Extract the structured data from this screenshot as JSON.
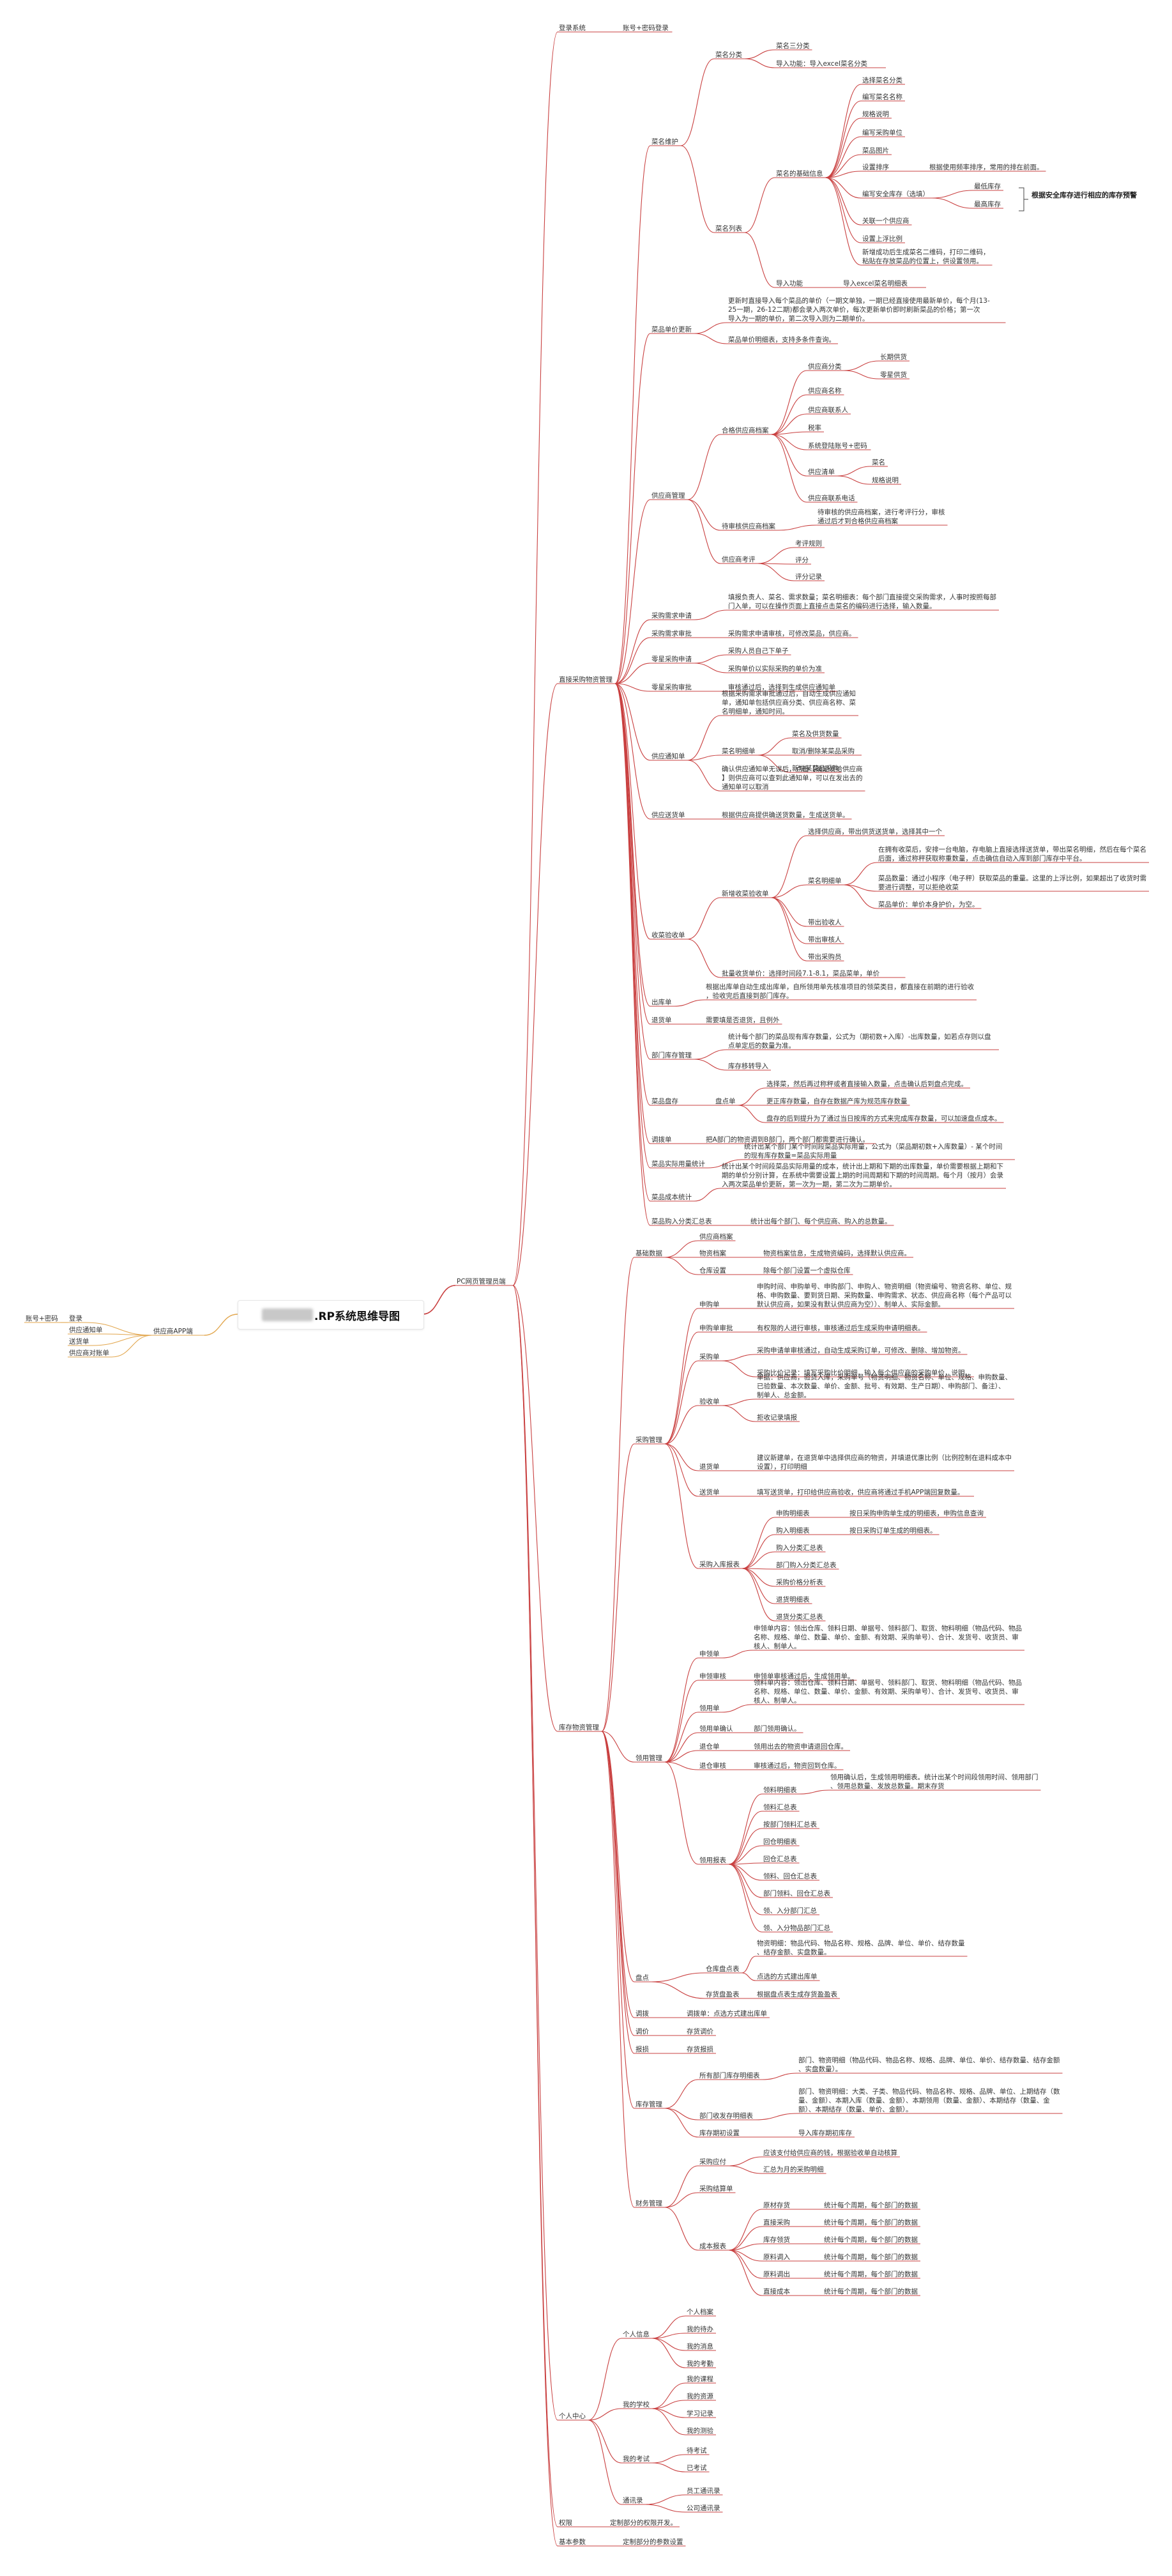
{
  "root": {
    "title": ".RP系统思维导图",
    "blurred_prefix": "██████"
  },
  "colors": {
    "main_line": "#c94040",
    "app_line": "#e2a64d",
    "text": "#333333"
  },
  "app_branch": {
    "label": "供应商APP端",
    "children": [
      "登录",
      "供应通知单",
      "送货单",
      "供应商对账单"
    ],
    "login_sub": "账号+密码"
  },
  "pc_branch": {
    "label": "PC网页管理员端",
    "login": {
      "label": "登录系统",
      "child": "账号+密码登录"
    },
    "purchase": {
      "label": "直接采购物资管理",
      "dish_maint": {
        "label": "菜名维护",
        "dish_category": {
          "label": "菜名分类",
          "children": [
            "菜名三分类",
            "导入功能：导入excel菜名分类"
          ]
        },
        "dish_list": {
          "label": "菜名列表",
          "basic_info": {
            "label": "菜名的基础信息",
            "children": [
              "选择菜名分类",
              "编写菜名名称",
              "规格说明",
              "编写采购单位",
              "菜品图片",
              "设置排序",
              "编写安全库存（选填）",
              "关联一个供应商",
              "设置上浮比例",
              "新增成功后生成菜名二维码，打印二维码，粘贴在存放菜品的位置上，供设置领用。"
            ],
            "sort_note": "根据使用频率排序，常用的排在前面。",
            "stock": [
              "最低库存",
              "最高库存"
            ],
            "stock_note": "根据安全库存进行相应的库存预警"
          },
          "import": {
            "label": "导入功能",
            "child": "导入excel菜名明细表"
          }
        }
      },
      "unit_price": {
        "label": "菜品单价更新",
        "note1": "更新时直接导入每个菜品的单价（一期文单独，一期已经直接使用最新单价，每个月(13-25一期，26-12二期)都会录入两次单价，每次更新单价即时刷新菜品的价格；第一次导入为一期的单价，第二次导入则为二期单价。",
        "note2": "菜品单价明细表，支持多条件查询。"
      },
      "supplier_mgmt": {
        "label": "供应商管理",
        "qualified": {
          "label": "合格供应商档案",
          "children": [
            "供应商分类",
            "供应商名称",
            "供应商联系人",
            "税率",
            "系统登陆账号+密码",
            "供应清单",
            "供应商联系电话"
          ],
          "class_items": [
            "长期供货",
            "零星供货"
          ],
          "list_items": [
            "菜名",
            "规格说明"
          ]
        },
        "pending": {
          "label": "待审核供应商档案",
          "note": "待审核的供应商档案，进行考评行分，审核通过后才到合格供应商档案"
        },
        "assess": {
          "label": "供应商考评",
          "children": [
            "考评规则",
            "评分",
            "评分记录"
          ]
        }
      },
      "req_apply": {
        "label": "采购需求申请",
        "note": "填报负责人、菜名、需求数量；菜名明细表：每个部门直接提交采购需求，人事时按照每部门入单，可以在操作页面上直接点击菜名的编码进行选择，输入数量。"
      },
      "req_review": {
        "label": "采购需求审批",
        "note": "采购需求申请审核，可修改菜品，供应商。"
      },
      "small_apply": {
        "label": "零星采购申请",
        "children": [
          "采购人员自己下单子",
          "采购单价以实际采购的单价为准"
        ]
      },
      "small_review": {
        "label": "零星采购审批",
        "note": "审核通过后，选择到生成供应通知单"
      },
      "supply_notice": {
        "label": "供应通知单",
        "note1": "根据采购需求审批通过后，自动生成供应通知单，通知单包括供应商分类、供应商名称、菜名明细单，通知时间。",
        "detail": {
          "label": "菜名明细单",
          "children": [
            "菜名及供货数量",
            "取消/删除某菜品采购",
            "新增某菜品采购"
          ]
        },
        "note2": "确认供应通知单无误后，点击【确定发给供应商】则供应商可以查到此通知单，可以在发出去的通知单可以取消"
      },
      "delivery": {
        "label": "供应送货单",
        "note": "根据供应商提供确送货数量，生成送货单。"
      },
      "receipt": {
        "label": "收菜验收单",
        "fresh": {
          "label": "新增收菜验收单",
          "select": "选择供应商，带出供货送货单，选择其中一个",
          "detail": {
            "label": "菜名明细单",
            "children": [
              "在拥有收菜后，安排一台电脑，存电脑上直接选择送货单，带出菜名明细，然后在每个菜名后面，通过称秤获取称重数量，点击确信自动入库到部门库存中平台。",
              "菜品数量：通过小程序（电子秤）获取菜品的重量。这里的上浮比例，如果超出了收货时需要进行调整，可以拒绝收菜",
              "菜品单价：单价本身护价，为空。"
            ]
          },
          "extra": [
            "带出验收人",
            "带出审核人",
            "带出采购员"
          ]
        },
        "batch": "批量收货单价：选择时间段7.1-8.1，菜品菜单，单价"
      },
      "warehouse_out": {
        "label": "出库单",
        "note": "根据出库单自动生成出库单，自所领用单先核准项目的领菜类目，都直接在前期的进行验收，验收完后直接到部门库存。"
      },
      "return": {
        "label": "退货单",
        "note": "需要填是否退货，且例外"
      },
      "dept_stock": {
        "label": "部门库存管理",
        "note1": "统计每个部门的菜品现有库存数量，公式为（期初数+入库）-出库数量，如若点存则以盘点单定后的数量为准。",
        "note2": "库存移转导入"
      },
      "inventory": {
        "label": "菜品盘存",
        "check": {
          "label": "盘点单",
          "children": [
            "选择菜，然后再过称秤或者直接输入数量，点击确认后到盘点完成。",
            "更正库存数量，自存在数据产库为规范库存数量",
            "盘存的后到提升为了通过当日按库的方式来完成库存数量，可以加速盘点成本。"
          ]
        }
      },
      "transfer": {
        "label": "调拨单",
        "note": "把A部门的物资调到B部门，两个部门都需要进行确认。"
      },
      "purchase_stat": {
        "label": "菜品实际用量统计",
        "note": "统计出某个部门某个时间段菜品实际用量，公式为（菜品期初数+入库数量）- 某个时间的现有库存数量=菜品实际用量"
      },
      "cost_stat": {
        "label": "菜品成本统计",
        "note": "统计出某个时间段菜品实际用量的成本，统计出上期和下期的出库数量，单价需要根据上期和下期的单价分别计算，在系统中需要设置上期的时间周期和下期的时间周期。每个月（按月）会录入两次菜品单价更新，第一次为一期，第二次为二期单价。"
      },
      "summary": {
        "label": "菜品购入分类汇总表",
        "note": "统计出每个部门、每个供应商、购入的总数量。"
      }
    },
    "warehouse": {
      "label": "库存物资管理",
      "base": {
        "label": "基础数据",
        "items": [
          {
            "label": "供应商档案",
            "note": ""
          },
          {
            "label": "物资档案",
            "note": "物资档案信息，生成物资编码，选择默认供应商。"
          },
          {
            "label": "仓库设置",
            "note": "除每个部门设置一个虚拟仓库"
          }
        ]
      },
      "purch": {
        "label": "采购管理",
        "items": [
          {
            "label": "申购单",
            "note": "申购时间、申购单号、申购部门、申购人、物资明细（物资编号、物资名称、单位、规格、申购数量、要到货日期、采购数量、申购需求、状态、供应商名称（每个产品可以默认供应商，如果没有默认供应商为空））、制单人、实际金额。"
          },
          {
            "label": "申购单审批",
            "note": "有权限的人进行审核，审核通过后生成采购申请明细表。"
          },
          {
            "label": "采购单",
            "note": "采购申请单审核通过，自动生成采购订单，可修改、删除、增加物资。",
            "note2": "采购比价记录：填写采购比价明细，输入每个供应商的采购单价，说明。"
          },
          {
            "label": "验收单",
            "note": "单据：供应商，验货入库，采购单号（物资明细、物资名称、单位、规格、申购数量、已验数量、本次数量、单价、金额、批号、有效期、生产日期）、申购部门、备注）、制单人、总金额。",
            "note2": "拒收记录填报"
          },
          {
            "label": "退货单",
            "note": "建议新建单，在退货单中选择供应商的物资，并填退优惠比例（比例控制在退料成本中设置），打印明细"
          },
          {
            "label": "送货单",
            "note": "填写送货单，打印给供应商验收，供应商将通过手机APP端回复数量。"
          }
        ],
        "report": {
          "label": "采购入库报表",
          "items": [
            {
              "label": "申购明细表",
              "note": "按日采购申购单生成的明细表，申购信息查询"
            },
            {
              "label": "购入明细表",
              "note": "按日采购订单生成的明细表。"
            },
            {
              "label": "购入分类汇总表",
              "note": ""
            },
            {
              "label": "部门购入分类汇总表",
              "note": ""
            },
            {
              "label": "采购价格分析表",
              "note": ""
            },
            {
              "label": "退货明细表",
              "note": ""
            },
            {
              "label": "退货分类汇总表",
              "note": ""
            }
          ]
        }
      },
      "issue": {
        "label": "领用管理",
        "items": [
          {
            "label": "申领单",
            "note": "申领单内容：领出仓库、领料日期、单据号、领料部门、取货、物料明细（物品代码、物品名称、规格、单位、数量、单价、金额、有效期、采购单号）、合计、发货号、收货员、审核人、制单人。"
          },
          {
            "label": "申领审核",
            "note": "申领单审核通过后，生成领用单。"
          },
          {
            "label": "领用单",
            "note": "领料单内容：领出仓库、领料日期、单据号、领料部门、取货、物料明细（物品代码、物品名称、规格、单位、数量、单价、金额、有效期、采购单号）、合计、发货号、收货员、审核人、制单人。"
          },
          {
            "label": "领用单确认",
            "note": "部门领用确认。"
          },
          {
            "label": "退仓单",
            "note": "领用出去的物资申请退回仓库。"
          },
          {
            "label": "退仓审核",
            "note": "审核通过后，物资回到仓库。"
          }
        ],
        "report": {
          "label": "领用报表",
          "items": [
            {
              "label": "领料明细表",
              "note": "领用确认后，生成领用明细表。统计出某个时间段领用时间、领用部门、领用总数量、发放总数量。期末存货"
            },
            {
              "label": "领料汇总表",
              "note": ""
            },
            {
              "label": "按部门领料汇总表",
              "note": ""
            },
            {
              "label": "回仓明细表",
              "note": ""
            },
            {
              "label": "回仓汇总表",
              "note": ""
            },
            {
              "label": "领料、回仓汇总表",
              "note": ""
            },
            {
              "label": "部门领料、回仓汇总表",
              "note": ""
            },
            {
              "label": "领、入分部门汇总",
              "note": ""
            },
            {
              "label": "领、入分物品部门汇总",
              "note": ""
            }
          ]
        }
      },
      "count": {
        "label": "盘点",
        "items": [
          {
            "label": "仓库盘点表",
            "notes": [
              "物资明细：物品代码、物品名称、规格、品牌、单位、单价、结存数量、结存金额、实盘数量。",
              "点选的方式建出库单"
            ]
          },
          {
            "label": "存货盘盈表",
            "notes": [
              "根据盘点表生成存货盈盈表"
            ]
          }
        ]
      },
      "adjust": {
        "label": "调拨",
        "note": "调拨单：点选方式建出库单"
      },
      "adjust2": {
        "label": "调价",
        "note": "存货调价"
      },
      "scrap": {
        "label": "报损",
        "note": "存货报损"
      },
      "stock": {
        "label": "库存管理",
        "items": [
          {
            "label": "所有部门库存明细表",
            "note": "部门、物资明细（物品代码、物品名称、规格、品牌、单位、单价、结存数量、结存金额、实盘数量）。"
          },
          {
            "label": "部门收发存明细表",
            "note": "部门、物资明细：大类、子类、物品代码、物品名称、规格、品牌、单位、上期结存（数量、金额）、本期入库（数量、金额）、本期领用（数量、金额）、本期结存（数量、金额）、本期结存（数量、单价、金额）。"
          },
          {
            "label": "库存期初设置",
            "note": "导入库存期初库存"
          }
        ]
      },
      "finance": {
        "label": "财务管理",
        "pay": {
          "label": "采购应付",
          "notes": [
            "应该支付给供应商的钱，根据验收单自动核算",
            "汇总为月的采购明细"
          ]
        },
        "close": {
          "label": "采购结算单",
          "note": ""
        },
        "cost": {
          "label": "成本报表",
          "items": [
            {
              "label": "原材存货",
              "note": "统计每个周期，每个部门的数据"
            },
            {
              "label": "直接采购",
              "note": "统计每个周期，每个部门的数据"
            },
            {
              "label": "库存领货",
              "note": "统计每个周期，每个部门的数据"
            },
            {
              "label": "原料调入",
              "note": "统计每个周期，每个部门的数据"
            },
            {
              "label": "原料调出",
              "note": "统计每个周期，每个部门的数据"
            },
            {
              "label": "直接成本",
              "note": "统计每个周期，每个部门的数据"
            }
          ]
        }
      }
    },
    "personal": {
      "label": "个人中心",
      "info": {
        "label": "个人信息",
        "children": [
          "个人档案",
          "我的待办",
          "我的消息",
          "我的考勤"
        ]
      },
      "learn": {
        "label": "我的学校",
        "children": [
          "我的课程",
          "我的资源",
          "学习记录",
          "我的测验"
        ]
      },
      "exam": {
        "label": "我的考试",
        "children": [
          "待考试",
          "已考试"
        ]
      },
      "contacts": {
        "label": "通讯录",
        "children": [
          "员工通讯录",
          "公司通讯录"
        ]
      }
    },
    "perm": {
      "label": "权限",
      "note": "定制部分的权限开发。"
    },
    "params": {
      "label": "基本参数",
      "note": "定制部分的参数设置"
    }
  }
}
